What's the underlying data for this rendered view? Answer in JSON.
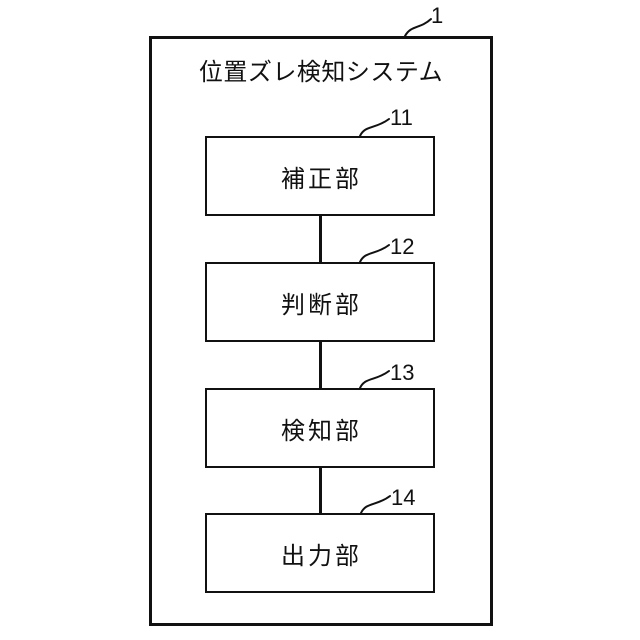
{
  "diagram": {
    "system": {
      "ref": "1",
      "title": "位置ズレ検知システム"
    },
    "boxes": [
      {
        "ref": "11",
        "label": "補正部"
      },
      {
        "ref": "12",
        "label": "判断部"
      },
      {
        "ref": "13",
        "label": "検知部"
      },
      {
        "ref": "14",
        "label": "出力部"
      }
    ],
    "colors": {
      "line": "#111111",
      "background": "#ffffff"
    }
  }
}
